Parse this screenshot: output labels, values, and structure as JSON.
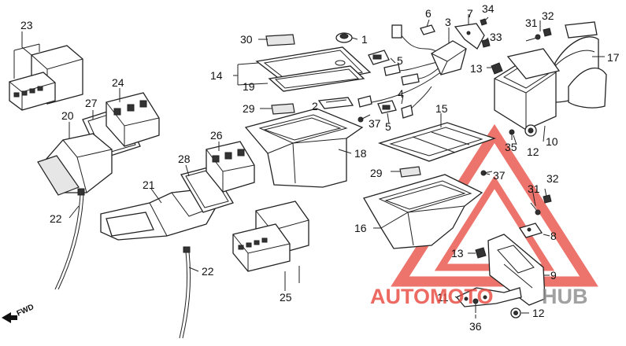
{
  "diagram": {
    "callouts": [
      "1",
      "2",
      "3",
      "4",
      "5",
      "5",
      "6",
      "7",
      "8",
      "9",
      "10",
      "11",
      "12",
      "12",
      "13",
      "13",
      "14",
      "15",
      "16",
      "17",
      "18",
      "19",
      "20",
      "21",
      "22",
      "22",
      "23",
      "24",
      "25",
      "26",
      "27",
      "28",
      "29",
      "29",
      "30",
      "31",
      "31",
      "32",
      "32",
      "33",
      "34",
      "35",
      "36",
      "37",
      "37"
    ],
    "fwd_label": "FWD"
  },
  "watermark": {
    "text_left": "AUTOMOTO",
    "text_right": "HUB",
    "color_red": "#e8463c",
    "color_gray": "#8a8a8a"
  }
}
